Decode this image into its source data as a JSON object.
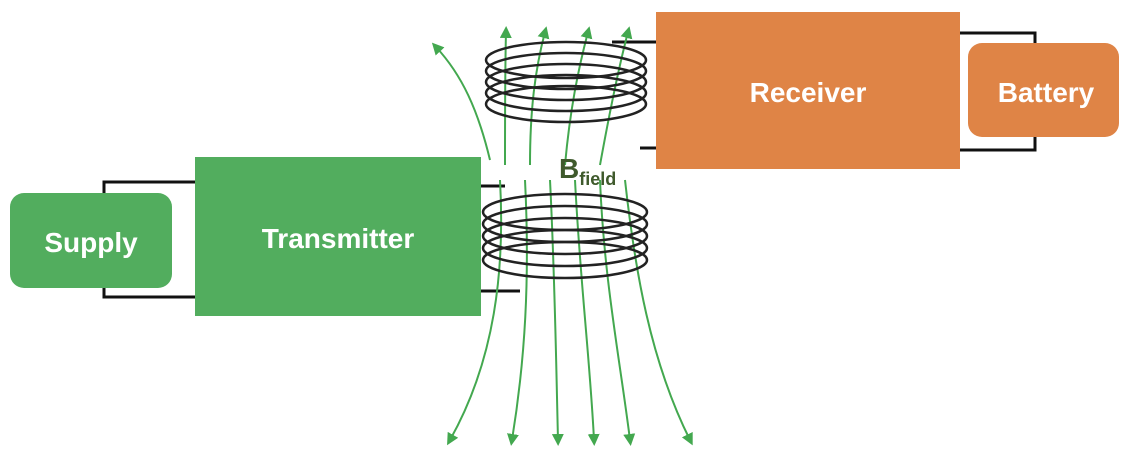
{
  "blocks": {
    "supply": "Supply",
    "transmitter": "Transmitter",
    "receiver": "Receiver",
    "battery": "Battery"
  },
  "field_label": {
    "main": "B",
    "subscript": "field"
  },
  "colors": {
    "green_block": "#52ad5e",
    "orange_block": "#df8446",
    "field_lines": "#43a84f",
    "wire": "#111111",
    "coil": "#222222",
    "label_text": "#3f5a2c"
  }
}
